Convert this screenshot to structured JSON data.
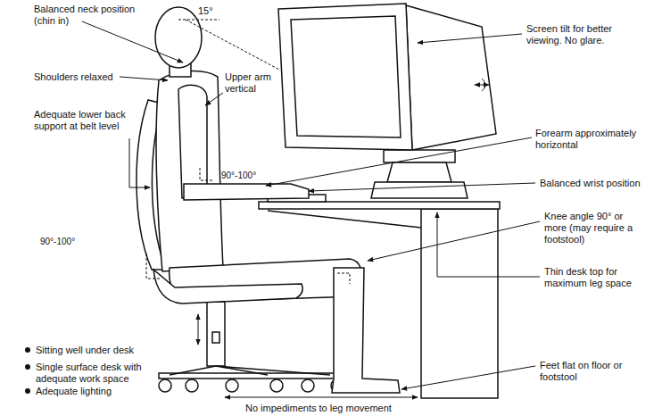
{
  "diagram": {
    "labels": [
      "Balanced neck position (chin in)",
      "15°",
      "Screen tilt for better viewing. No glare.",
      "Shoulders relaxed",
      "Upper arm vertical",
      "Forearm approximately horizontal",
      "Adequate lower back support at belt level",
      "90°-100°",
      "Balanced wrist position",
      "Knee angle 90° or more (may require a footstool)",
      "90°-100°",
      "Thin desk top for maximum leg space",
      "Sitting well under desk",
      "Single surface desk with adequate work space",
      "Adequate lighting",
      "Feet flat on floor or footstool",
      "No impediments to leg movement"
    ]
  }
}
